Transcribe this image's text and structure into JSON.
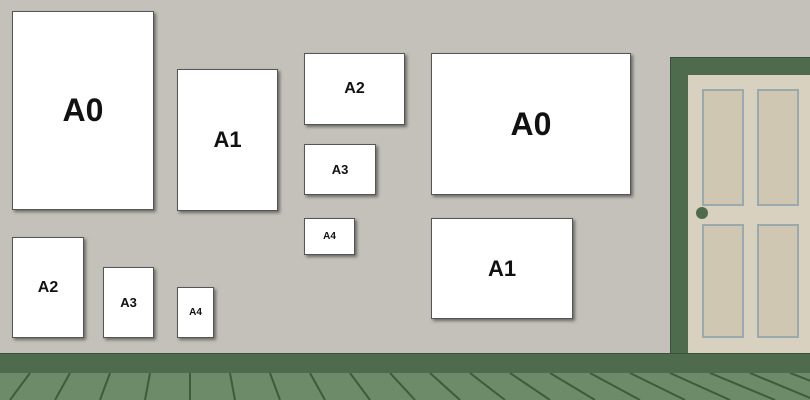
{
  "scene": {
    "colors": {
      "wall": "#c3c1b9",
      "trim": "#4f6b4d",
      "floor": "#6d8b68",
      "door": "#d9d1bf",
      "frame": "#ffffff"
    },
    "frames": [
      {
        "label": "A0"
      },
      {
        "label": "A1"
      },
      {
        "label": "A2"
      },
      {
        "label": "A3"
      },
      {
        "label": "A4"
      },
      {
        "label": "A2"
      },
      {
        "label": "A3"
      },
      {
        "label": "A4"
      },
      {
        "label": "A0"
      },
      {
        "label": "A1"
      }
    ]
  }
}
